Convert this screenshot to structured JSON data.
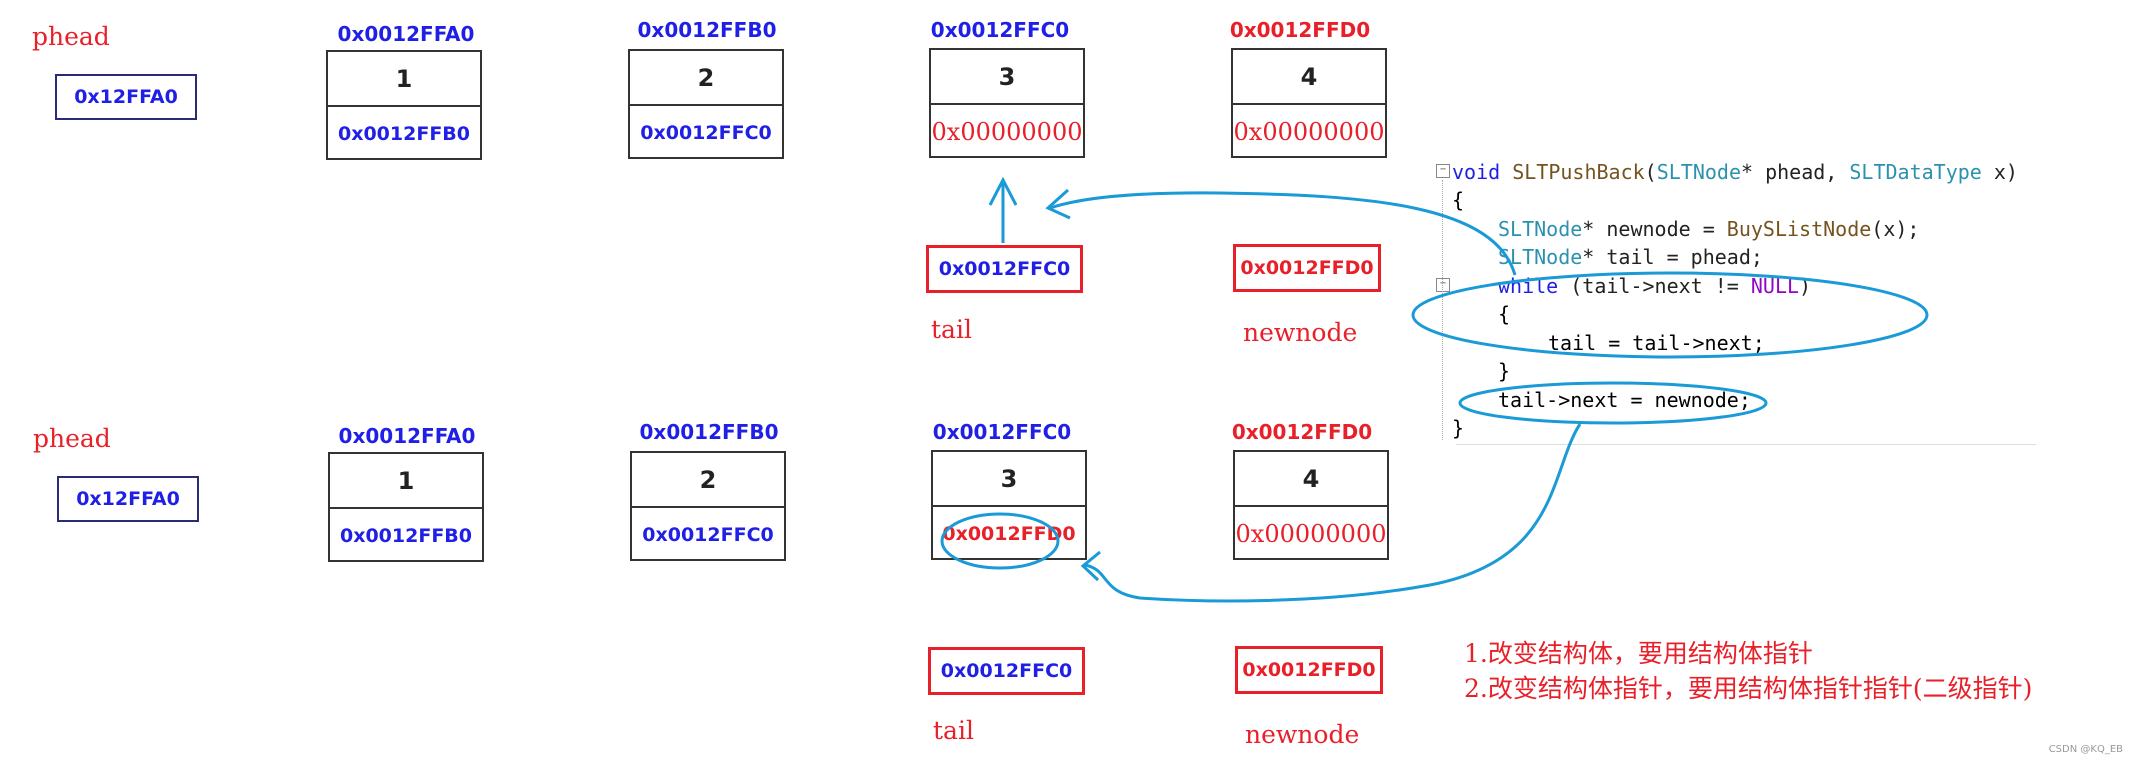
{
  "top": {
    "phead_label": "phead",
    "phead_value": "0x12FFA0",
    "nodes": [
      {
        "address": "0x0012FFA0",
        "data": "1",
        "next": "0x0012FFB0"
      },
      {
        "address": "0x0012FFB0",
        "data": "2",
        "next": "0x0012FFC0"
      },
      {
        "address": "0x0012FFC0",
        "data": "3",
        "next": "0x00000000"
      },
      {
        "address": "0x0012FFD0",
        "data": "4",
        "next": "0x00000000"
      }
    ],
    "tail_value": "0x0012FFC0",
    "tail_label": "tail",
    "newnode_value": "0x0012FFD0",
    "newnode_label": "newnode"
  },
  "bottom": {
    "phead_label": "phead",
    "phead_value": "0x12FFA0",
    "nodes": [
      {
        "address": "0x0012FFA0",
        "data": "1",
        "next": "0x0012FFB0"
      },
      {
        "address": "0x0012FFB0",
        "data": "2",
        "next": "0x0012FFC0"
      },
      {
        "address": "0x0012FFC0",
        "data": "3",
        "next": "0x0012FFD0"
      },
      {
        "address": "0x0012FFD0",
        "data": "4",
        "next": "0x00000000"
      }
    ],
    "tail_value": "0x0012FFC0",
    "tail_label": "tail",
    "newnode_value": "0x0012FFD0",
    "newnode_label": "newnode"
  },
  "code": {
    "l1_void": "void",
    "l1_fn": "SLTPushBack",
    "l1_p1type": "SLTNode",
    "l1_p1rest": "* phead, ",
    "l1_p2type": "SLTDataType",
    "l1_p2rest": " x)",
    "l2": "{",
    "l3_type": "SLTNode",
    "l3_rest1": "* newnode = ",
    "l3_fn": "BuySListNode",
    "l3_rest2": "(x);",
    "l4_type": "SLTNode",
    "l4_rest": "* tail = phead;",
    "l5_kw": "while",
    "l5_rest": " (tail->next != ",
    "l5_null": "NULL",
    "l5_end": ")",
    "l6": "{",
    "l7": "tail = tail->next;",
    "l8": "}",
    "l9": "tail->next = newnode;",
    "l10": "}"
  },
  "notes": [
    "1.改变结构体，要用结构体指针",
    "2.改变结构体指针，要用结构体指针指针(二级指针)"
  ],
  "watermark": "CSDN @KQ_EB",
  "colors": {
    "blue": "#1f1fe6",
    "red": "#e8202a",
    "arrow": "#1a9ad6",
    "border": "#333333"
  }
}
